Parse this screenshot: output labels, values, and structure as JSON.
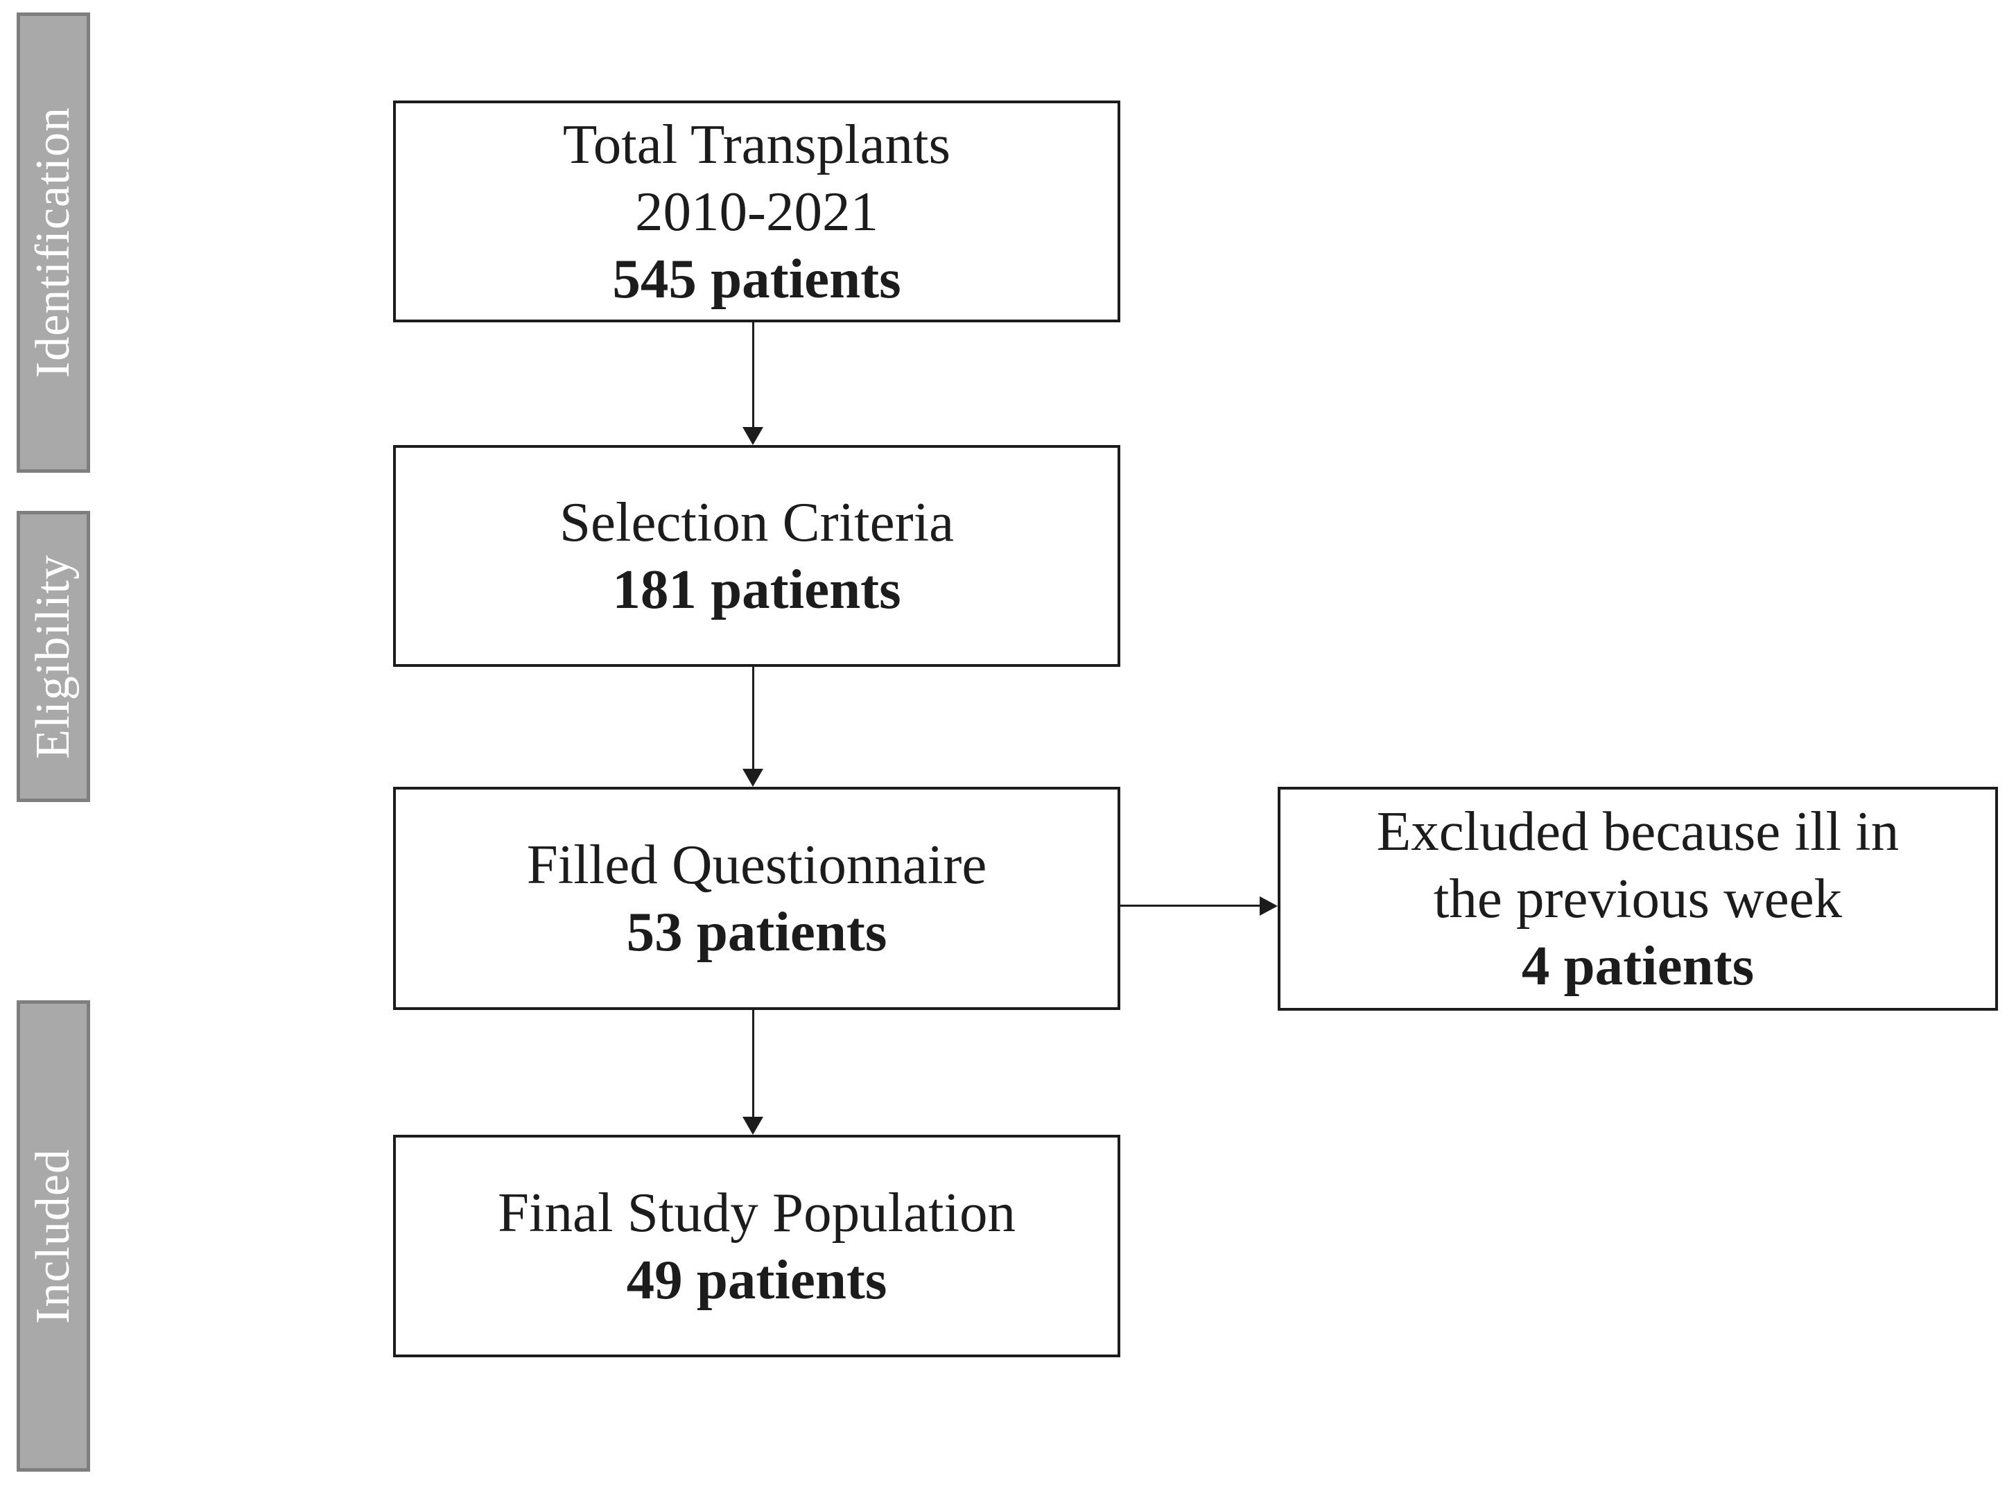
{
  "sidebar": {
    "identification": "Identification",
    "eligibility": "Eligibility",
    "included": "Included"
  },
  "boxes": {
    "total": {
      "line1": "Total Transplants",
      "line2": "2010-2021",
      "count": "545 patients"
    },
    "selection": {
      "line1": "Selection Criteria",
      "count": "181 patients"
    },
    "questionnaire": {
      "line1": "Filled Questionnaire",
      "count": "53 patients"
    },
    "excluded": {
      "line1": "Excluded because ill in",
      "line2": "the previous week",
      "count": "4 patients"
    },
    "final": {
      "line1": "Final Study Population",
      "count": "49 patients"
    }
  },
  "colors": {
    "sidebar_fill": "#a9a9a9",
    "sidebar_border": "#7e7e7e",
    "sidebar_text": "#ffffff",
    "box_fill": "#ffffff",
    "box_border": "#1c1c1c",
    "text": "#1c1c1c",
    "arrow": "#1c1c1c",
    "background": "#ffffff"
  }
}
